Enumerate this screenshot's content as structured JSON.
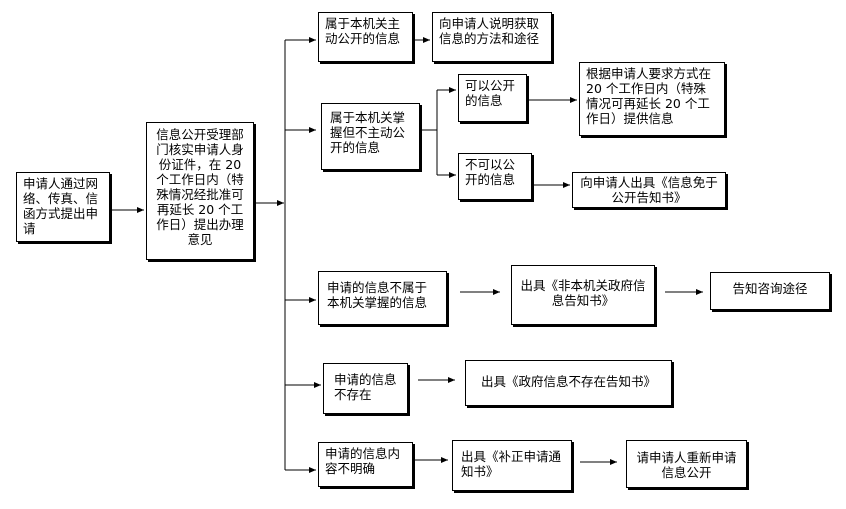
{
  "nodes": {
    "applicant": "申请人通过网络、传真、信函方式提出申请",
    "review": "信息公开受理部门核实申请人身份证件，在 20 个工作日内（特殊情况经批准可再延长 20 个工作日）提出办理意见",
    "active_public": "属于本机关主动公开的信息",
    "explain_method": "向申请人说明获取信息的方法和途径",
    "held_not_active": "属于本机关掌握但不主动公开的信息",
    "can_public": "可以公开的信息",
    "provide_info": "根据申请人要求方式在 20 个工作日内（特殊情况可再延长 20 个工作日）提供信息",
    "cannot_public": "不可以公开的信息",
    "exempt_notice": "向申请人出具《信息免于公开告知书》",
    "not_held": "申请的信息不属于本机关掌握的信息",
    "not_held_notice": "出具《非本机关政府信息告知书》",
    "inform_channel": "告知咨询途径",
    "not_exist": "申请的信息不存在",
    "not_exist_notice": "出具《政府信息不存在告知书》",
    "unclear": "申请的信息内容不明确",
    "correction_notice": "出具《补正申请通知书》",
    "reapply": "请申请人重新申请信息公开"
  },
  "colors": {
    "line": "#000000",
    "box_border": "#000000",
    "background": "#ffffff"
  }
}
